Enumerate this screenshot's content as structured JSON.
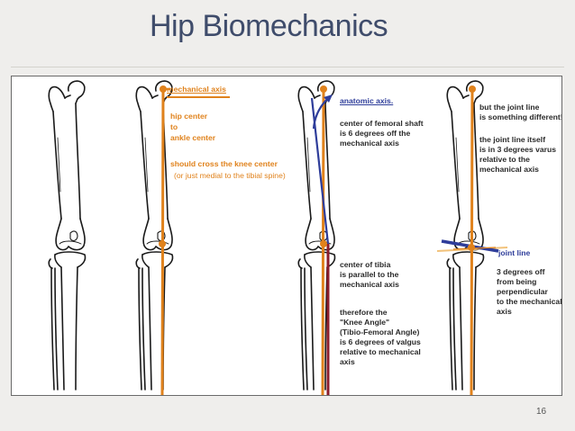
{
  "slide": {
    "title": "Hip Biomechanics",
    "page_number": "16"
  },
  "panel2": {
    "heading": "mechanical axis",
    "line1": "hip center",
    "line2": "to",
    "line3": "ankle center",
    "line4": "should cross the knee center",
    "line5": "(or just medial to the tibial spine)"
  },
  "panel3": {
    "heading": "anatomic axis.",
    "shaft1": "center of femoral shaft",
    "shaft2": "is 6 degrees off the",
    "shaft3": "mechanical axis",
    "tibia1": "center of tibia",
    "tibia2": "is parallel to the",
    "tibia3": "mechanical axis",
    "knee1": "therefore the",
    "knee2": "\"Knee Angle\"",
    "knee3": "(Tibio-Femoral Angle)",
    "knee4": "is 6 degrees of valgus",
    "knee5": "relative to mechanical",
    "knee6": "axis"
  },
  "panel4": {
    "top1": "but the joint line",
    "top2": "is something different!",
    "mid1": "the joint line itself",
    "mid2": "is in 3 degrees varus",
    "mid3": "relative to the",
    "mid4": "mechanical axis",
    "joint_label": "joint line",
    "deg1": "3 degrees off",
    "deg2": "from being",
    "deg3": "perpendicular",
    "deg4": "to the mechanical",
    "deg5": "axis"
  },
  "colors": {
    "title": "#3f4c6b",
    "orange": "#e0821c",
    "blue": "#2e3d9a",
    "dark_red": "#8b1d2c",
    "light_orange": "#f2c27a"
  }
}
